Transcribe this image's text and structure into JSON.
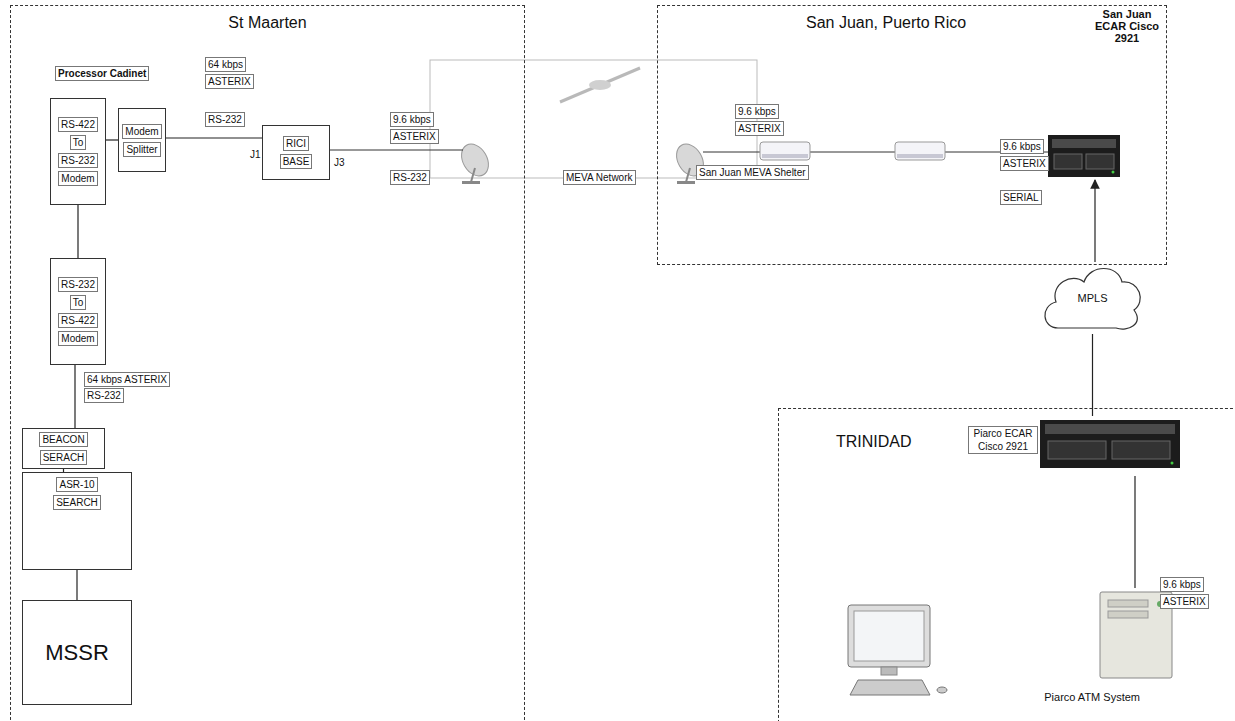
{
  "diagram": {
    "nodes": [
      {
        "text": [
          "St Maarten"
        ]
      },
      {
        "text": [
          "RS-422",
          "To",
          "RS-232",
          "Modem"
        ],
        "in": 0
      },
      {
        "text": [
          "Modem",
          "Splitter"
        ],
        "in": 0
      },
      {
        "text": [
          "RICI",
          "BASE"
        ],
        "in": 0
      },
      {
        "text": [
          "RS-232",
          "To",
          "RS-422",
          "Modem"
        ],
        "in": 0
      },
      {
        "text": [
          "BEACON",
          "SERACH"
        ],
        "in": 0
      },
      {
        "text": [
          "ASR-10",
          "SEARCH"
        ],
        "in": 0
      },
      {
        "text": [
          "MSSR"
        ],
        "in": 0
      },
      {
        "text": [
          "San Juan, Puerto Rico"
        ]
      },
      {
        "text": [
          "San Juan ECAR Cisco 2921"
        ],
        "in": 8
      },
      {
        "text": [
          "MPLS"
        ]
      },
      {
        "text": [
          "TRINIDAD"
        ]
      },
      {
        "text": [
          "Piarco ECAR Cisco 2921"
        ],
        "in": 11
      },
      {
        "text": [
          "Piarco ATM System"
        ],
        "in": 11
      }
    ],
    "edges": [
      {
        "from": 1,
        "to": 2,
        "arrow": "none"
      },
      {
        "from": 2,
        "to": 3,
        "arrow": "none"
      },
      {
        "from": 1,
        "to": 4,
        "arrow": "none"
      },
      {
        "from": 4,
        "to": 5,
        "arrow": "none"
      },
      {
        "from": 5,
        "to": 6,
        "arrow": "none"
      },
      {
        "from": 6,
        "to": 7,
        "arrow": "none"
      },
      {
        "from": 10,
        "to": 9,
        "arrow": "to"
      },
      {
        "from": 10,
        "to": 12,
        "arrow": "none"
      },
      {
        "from": 12,
        "to": 13,
        "arrow": "none"
      }
    ],
    "labels": [
      "Processor Cadinet",
      "64 kbps",
      "ASTERIX",
      "RS-232",
      "J1",
      "J3",
      "9.6 kbps",
      "ASTERIX",
      "RS-232",
      "MEVA Network",
      "San Juan MEVA Shelter",
      "9.6 kbps",
      "ASTERIX",
      "9.6 kbps",
      "ASTERIX",
      "SERIAL",
      "64 kbps ASTERIX",
      "RS-232",
      "9.6 kbps",
      "ASTERIX"
    ]
  }
}
